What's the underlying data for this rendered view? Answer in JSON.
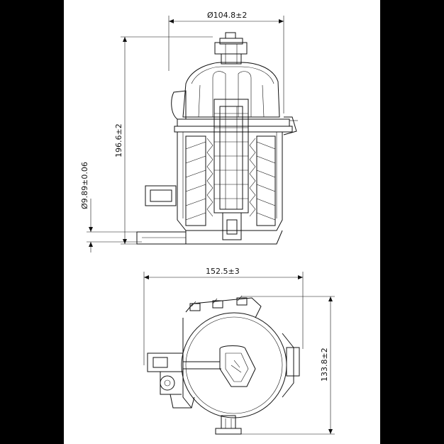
{
  "dimensions": {
    "top_diameter": "Ø104.8±2",
    "height": "196.6±2",
    "port_diameter": "Ø9.89±0.06",
    "width": "152.5±3",
    "depth": "133.8±2"
  }
}
